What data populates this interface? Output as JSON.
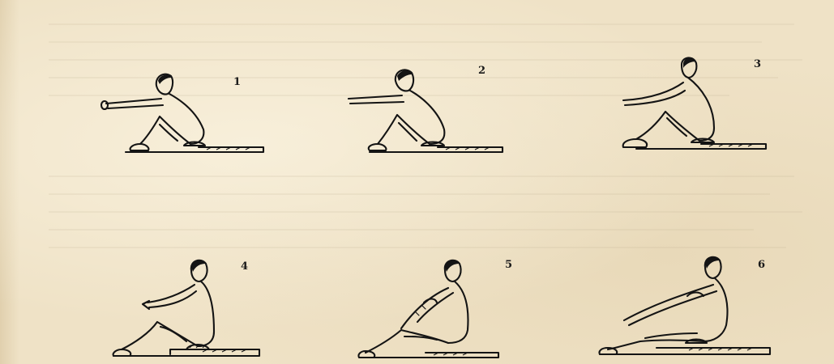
{
  "figures": [
    {
      "number": "1"
    },
    {
      "number": "2"
    },
    {
      "number": "3"
    },
    {
      "number": "4"
    },
    {
      "number": "5"
    },
    {
      "number": "6"
    }
  ],
  "colors": {
    "paper": "#efe2c6",
    "ink": "#141414"
  }
}
